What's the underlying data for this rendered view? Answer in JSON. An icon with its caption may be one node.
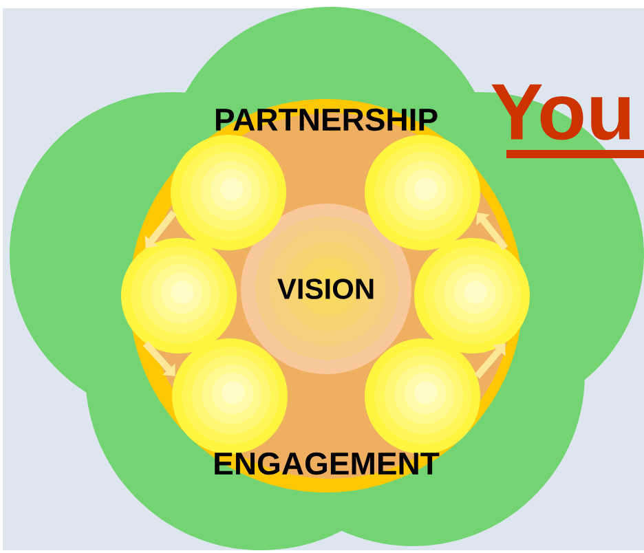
{
  "diagram": {
    "title": "You",
    "nodes": [
      {
        "text": [
          "PARTNERSHIP",
          "ENGAGEMENT"
        ]
      },
      {
        "text": [
          "VISION"
        ],
        "in": 0
      },
      {
        "text": [],
        "shape": "circle",
        "in": 0
      },
      {
        "text": [],
        "shape": "circle",
        "in": 0
      },
      {
        "text": [],
        "shape": "circle",
        "in": 0
      },
      {
        "text": [],
        "shape": "circle",
        "in": 0
      },
      {
        "text": [],
        "shape": "circle",
        "in": 0
      },
      {
        "text": [],
        "shape": "circle",
        "in": 0
      }
    ],
    "edges": [
      {
        "from": 2,
        "to": 4,
        "arrow": "to"
      },
      {
        "from": 4,
        "to": 6,
        "arrow": "to"
      },
      {
        "from": 7,
        "to": 5,
        "arrow": "to"
      },
      {
        "from": 5,
        "to": 3,
        "arrow": "to"
      }
    ]
  }
}
